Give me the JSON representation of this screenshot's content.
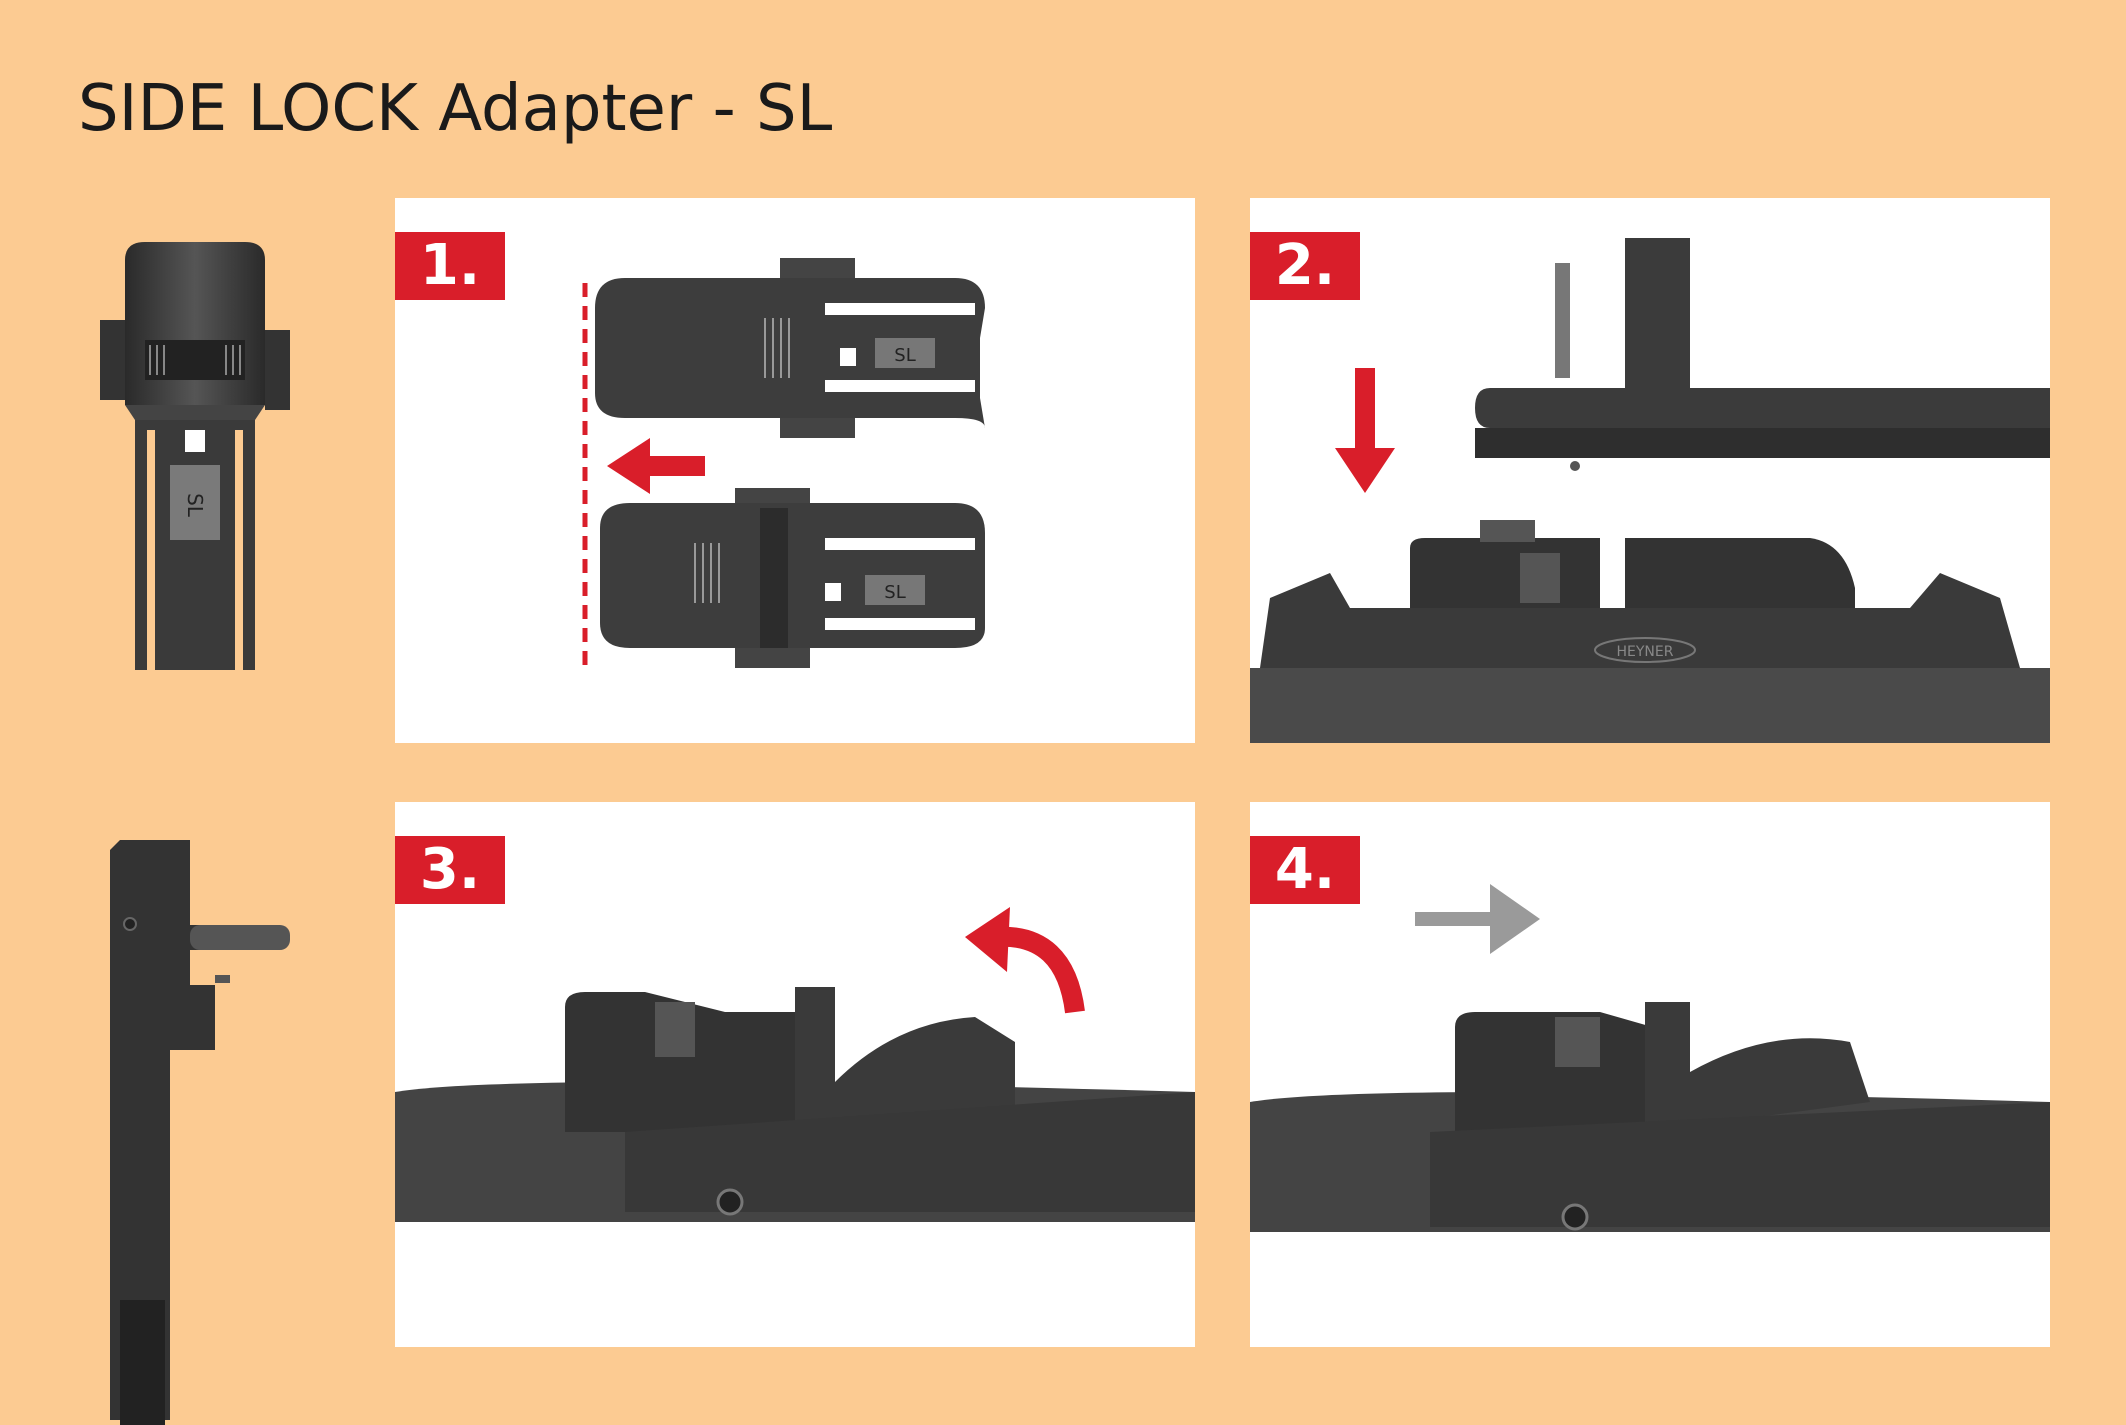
{
  "title": "SIDE LOCK Adapter - SL",
  "steps": [
    {
      "label": "1."
    },
    {
      "label": "2."
    },
    {
      "label": "3."
    },
    {
      "label": "4."
    }
  ],
  "adapter_marking": "SL",
  "blade_brand": "HEYNER",
  "colors": {
    "background": "#fccb92",
    "badge": "#d91e2a",
    "arrow_red": "#d91e2a",
    "arrow_gray": "#9a9a9a",
    "part_dark": "#3a3a3a"
  },
  "icons": [
    "arrow-left-icon",
    "arrow-down-icon",
    "curved-arrow-icon",
    "arrow-right-icon"
  ]
}
